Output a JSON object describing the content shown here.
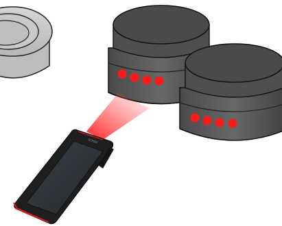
{
  "colors": {
    "background": "#ffffff",
    "ring_fill": "#c8c8c8",
    "ring_inner": "#bdbdbd",
    "roll_body": "#5b5b5b",
    "roll_top": "#4c4c4c",
    "roll_shadow": "#3c3c3c",
    "led_red": "#ff1a1a",
    "beam_red": "#ff2a2a",
    "scanner_body": "#1f1f1f",
    "scanner_screen": "#2e3338",
    "scanner_accent": "#d81e1e"
  },
  "scene": {
    "objects": [
      {
        "name": "ring-part-icon"
      },
      {
        "name": "roll-part-icon"
      },
      {
        "name": "roll-part-icon"
      },
      {
        "name": "handheld-scanner-icon"
      },
      {
        "name": "scan-beam"
      }
    ],
    "leds_per_roll": 4
  },
  "scanner": {
    "brand_text": "SONIO"
  }
}
